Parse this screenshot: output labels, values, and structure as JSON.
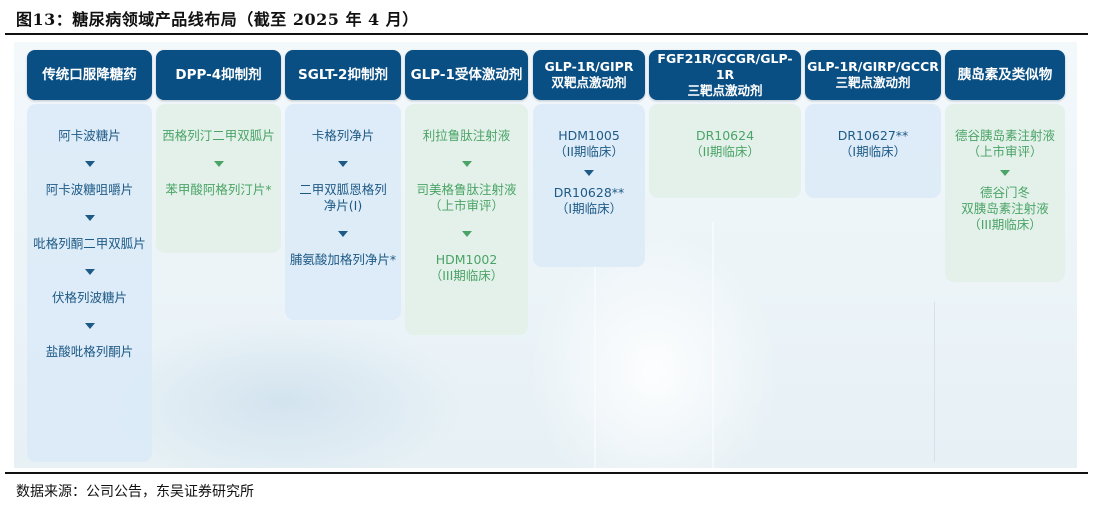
{
  "figure": {
    "title": "图13：糖尿病领域产品线布局（截至 2025 年 4 月）",
    "source": "数据来源：公司公告，东吴证券研究所"
  },
  "colors": {
    "header_bg": "#0a4f83",
    "header_text": "#ffffff",
    "blue_card_bg": "#dbeaf8",
    "blue_text": "#1e5a86",
    "green_card_bg": "#e2f0e8",
    "green_text": "#4aa466"
  },
  "columns": [
    {
      "header": [
        "传统口服降糖药"
      ],
      "theme": "blue",
      "items": [
        [
          "阿卡波糖片"
        ],
        [
          "阿卡波糖咀嚼片"
        ],
        [
          "吡格列酮二甲双胍片"
        ],
        [
          "伏格列波糖片"
        ],
        [
          "盐酸吡格列酮片"
        ]
      ]
    },
    {
      "header": [
        "DPP-4抑制剂"
      ],
      "theme": "green",
      "items": [
        [
          "西格列汀二甲双胍片"
        ],
        [
          "苯甲酸阿格列汀片*"
        ]
      ]
    },
    {
      "header": [
        "SGLT-2抑制剂"
      ],
      "theme": "blue",
      "items": [
        [
          "卡格列净片"
        ],
        [
          "二甲双胍恩格列",
          "净片(I)"
        ],
        [
          "脯氨酸加格列净片*"
        ]
      ]
    },
    {
      "header": [
        "GLP-1受体激动剂"
      ],
      "theme": "green",
      "items": [
        [
          "利拉鲁肽注射液"
        ],
        [
          "司美格鲁肽注射液",
          "（上市审评）"
        ],
        [
          "HDM1002",
          "（III期临床）"
        ]
      ]
    },
    {
      "header": [
        "GLP-1R/GIPR",
        "双靶点激动剂"
      ],
      "theme": "blue",
      "items": [
        [
          "HDM1005",
          "（II期临床）"
        ],
        [
          "DR10628**",
          "（I期临床）"
        ]
      ]
    },
    {
      "header": [
        "FGF21R/GCGR/GLP-1R",
        "三靶点激动剂"
      ],
      "theme": "green",
      "items": [
        [
          "DR10624",
          "（II期临床）"
        ]
      ]
    },
    {
      "header": [
        "GLP-1R/GIRP/GCCR",
        "三靶点激动剂"
      ],
      "theme": "blue",
      "items": [
        [
          "DR10627**",
          "（I期临床）"
        ]
      ]
    },
    {
      "header": [
        "胰岛素及类似物"
      ],
      "theme": "green",
      "items": [
        [
          "德谷胰岛素注射液",
          "（上市审评）"
        ],
        [
          "德谷门冬",
          "双胰岛素注射液",
          "（III期临床）"
        ]
      ]
    }
  ]
}
